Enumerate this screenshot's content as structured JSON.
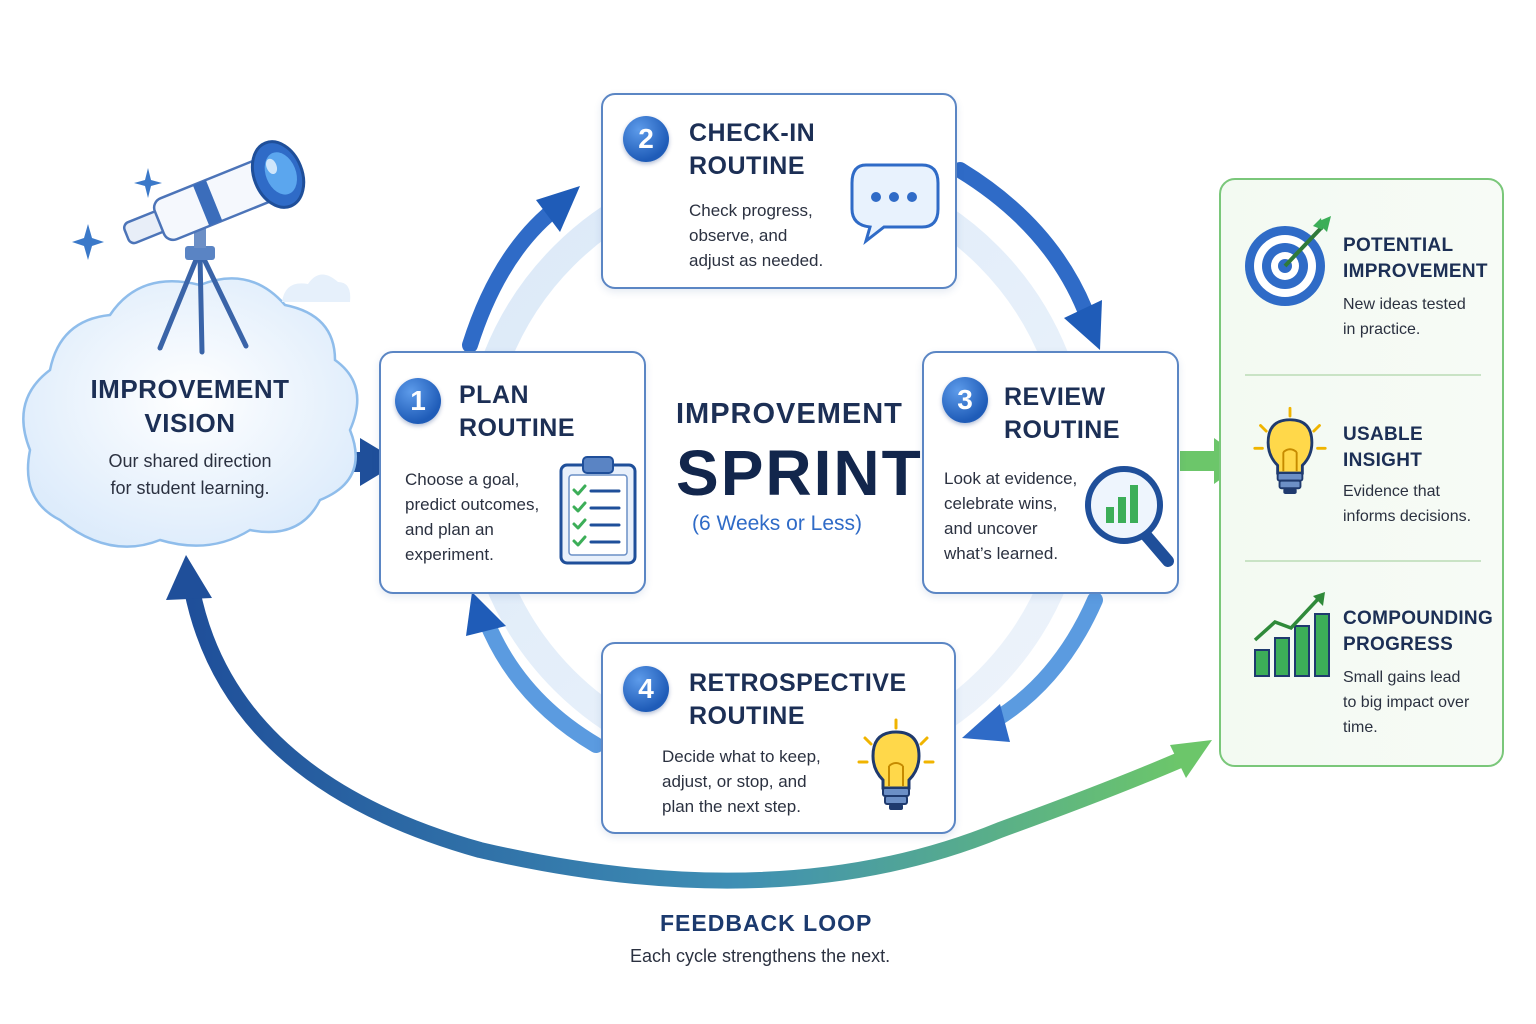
{
  "center": {
    "title_top": "IMPROVEMENT",
    "title_main": "SPRINT",
    "subtitle": "(6 Weeks or Less)"
  },
  "vision": {
    "title_line1": "IMPROVEMENT",
    "title_line2": "VISION",
    "desc_line1": "Our shared direction",
    "desc_line2": "for student learning."
  },
  "steps": [
    {
      "number": "1",
      "title_line1": "PLAN",
      "title_line2": "ROUTINE",
      "desc": [
        "Choose a goal,",
        "predict outcomes,",
        "and plan an",
        "experiment."
      ],
      "icon": "clipboard-checklist-icon"
    },
    {
      "number": "2",
      "title_line1": "CHECK-IN",
      "title_line2": "ROUTINE",
      "desc": [
        "Check progress,",
        "observe, and",
        "adjust as needed."
      ],
      "icon": "chat-bubble-icon"
    },
    {
      "number": "3",
      "title_line1": "REVIEW",
      "title_line2": "ROUTINE",
      "desc": [
        "Look at evidence,",
        "celebrate wins,",
        "and uncover",
        "what’s learned."
      ],
      "icon": "magnifier-chart-icon"
    },
    {
      "number": "4",
      "title_line1": "RETROSPECTIVE",
      "title_line2": "ROUTINE",
      "desc": [
        "Decide what to keep,",
        "adjust, or stop, and",
        "plan the next step."
      ],
      "icon": "lightbulb-icon"
    }
  ],
  "outcomes": [
    {
      "title_line1": "POTENTIAL",
      "title_line2": "IMPROVEMENT",
      "desc": [
        "New ideas tested",
        "in practice."
      ],
      "icon": "target-icon"
    },
    {
      "title_line1": "USABLE",
      "title_line2": "INSIGHT",
      "desc": [
        "Evidence that",
        "informs decisions."
      ],
      "icon": "lightbulb-icon"
    },
    {
      "title_line1": "COMPOUNDING",
      "title_line2": "PROGRESS",
      "desc": [
        "Small gains lead",
        "to big impact over",
        "time."
      ],
      "icon": "growth-chart-icon"
    }
  ],
  "feedback": {
    "title": "FEEDBACK LOOP",
    "desc": "Each cycle strengthens the next."
  },
  "colors": {
    "primary_blue": "#1f5cb8",
    "dark_navy": "#1c2f55",
    "accent_green": "#5cb85c",
    "card_border": "#5b86c4"
  }
}
